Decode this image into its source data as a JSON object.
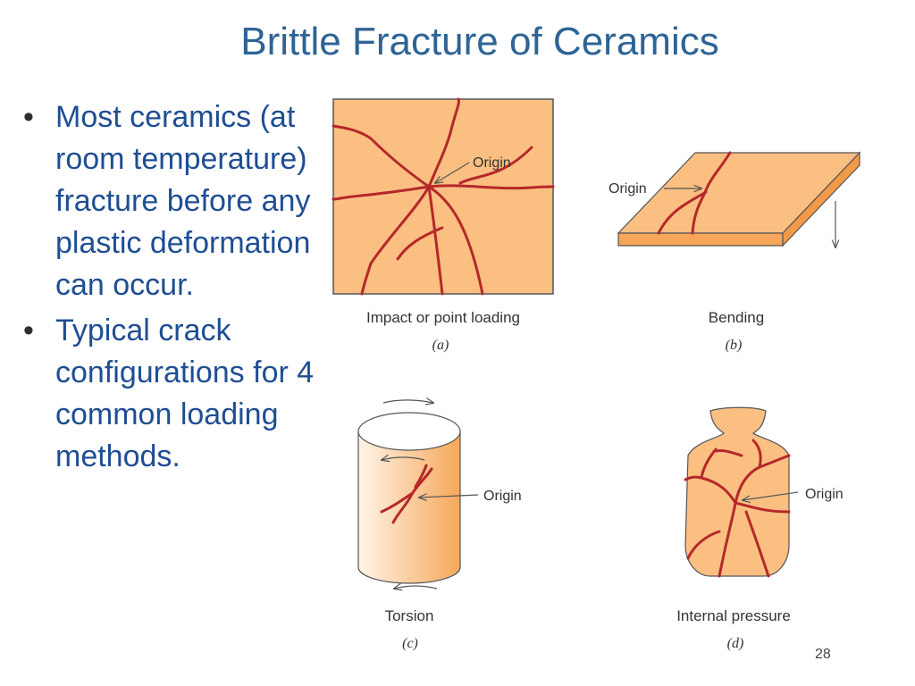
{
  "slide": {
    "title": "Brittle Fracture of Ceramics",
    "bullets": [
      "Most ceramics (at room temperature) fracture before any plastic deformation can occur.",
      "Typical crack configurations for 4 common loading methods."
    ],
    "page_number": "28"
  },
  "figure": {
    "panels": [
      {
        "caption": "Impact or point loading",
        "label": "(a)",
        "origin_label": "Origin"
      },
      {
        "caption": "Bending",
        "label": "(b)",
        "origin_label": "Origin"
      },
      {
        "caption": "Torsion",
        "label": "(c)",
        "origin_label": "Origin"
      },
      {
        "caption": "Internal pressure",
        "label": "(d)",
        "origin_label": "Origin"
      }
    ]
  },
  "colors": {
    "title": "#2e6496",
    "bullet_text": "#1f4e93",
    "ceramic_fill": "#fbbf82",
    "crack": "#b5282a"
  }
}
